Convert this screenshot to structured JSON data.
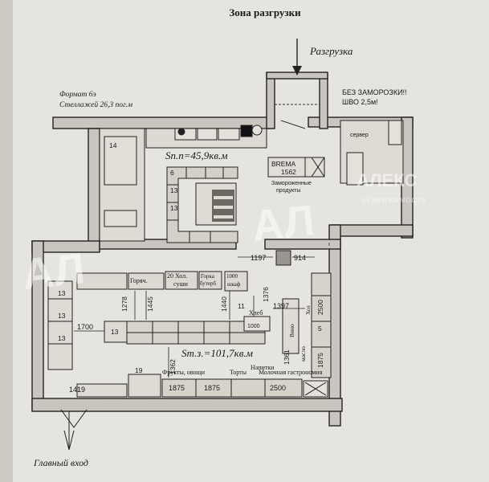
{
  "header": {
    "title": "Зона разгрузки",
    "unload_label": "Разгрузка"
  },
  "notes": {
    "format": "Формат 6э",
    "racks": "Стеллажей 26,3 пог.м",
    "no_freeze_1": "БЕЗ ЗАМОРОЗКИ!!",
    "no_freeze_2": "ШВО 2,5м!",
    "main_entrance": "Главный вход"
  },
  "areas": {
    "storage": "Sп.п=45,9кв.м",
    "sales": "Sт.з.=101,7кв.м"
  },
  "labels": {
    "brema": "BREMA",
    "brema_num": "1562",
    "frozen_1": "Замороженные",
    "frozen_2": "продукты",
    "hot": "Горяч.",
    "cold_sushi_1": "20 Хол.",
    "cold_sushi_2": "суши",
    "gorka": "Горка",
    "buter": "бутерб",
    "shkaf_num": "1000",
    "shkaf": "шкаф",
    "bread": "Хлеб",
    "drinks": "Напитки",
    "fruits": "Фрукты, овощи",
    "cakes": "Торты",
    "milk": "Молочная гастрономия",
    "hoz": "Хоз",
    "wine": "Вино",
    "milk_side": "масло",
    "freezer": "сервер"
  },
  "dimensions": {
    "d1197": "1197",
    "d914": "914",
    "d1278": "1278",
    "d1445": "1445",
    "d1440": "1440",
    "d1376": "1376",
    "d1397": "1397",
    "d1700": "1700",
    "d1362": "1362",
    "d1361": "1361",
    "d2500a": "2500",
    "d2500b": "2500",
    "d1875a": "1875",
    "d1875b": "1875",
    "d1875c": "1875",
    "d1419": "1419",
    "d1000": "1000",
    "n13a": "13",
    "n13b": "13",
    "n13c": "13",
    "n13d": "13",
    "n13e": "13",
    "n13f": "13",
    "n6": "6",
    "n11": "11",
    "n5": "5",
    "n19": "19",
    "n14": "14"
  },
  "watermark": {
    "brand": "АЛЕКС",
    "sub": "НЕДВИЖИМОСТЬ"
  }
}
